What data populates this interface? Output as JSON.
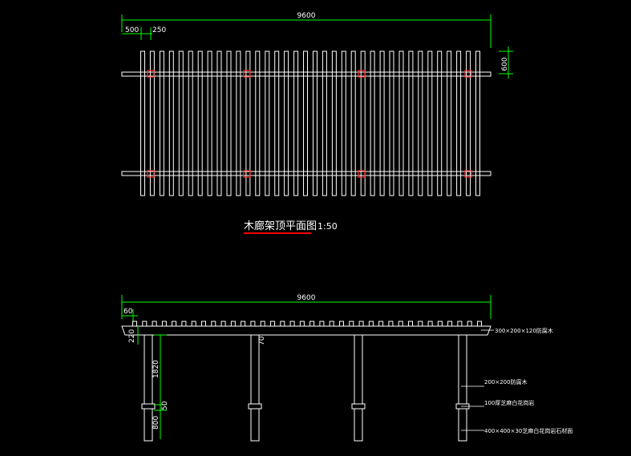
{
  "plan": {
    "title": "木廊架顶平面图",
    "scale": "1:50",
    "dim_total": "9600",
    "dim_spacing": "500",
    "dim_width": "250",
    "dim_depth": "600"
  },
  "elevation": {
    "dim_total": "9600",
    "dim_overhang": "60",
    "dim_beam": "220",
    "dim_gap": "70",
    "dim_column": "1820",
    "dim_base": "800",
    "dim_small": "50",
    "note_beam": "300×200×120防腐木",
    "note_column": "200×200防腐木",
    "note_band": "100厚芝麻白花岗岩",
    "note_base": "400×400×30芝麻白花岗岩石材面"
  },
  "colors": {
    "background": "#000000",
    "line": "#ffffff",
    "dimension": "#00ff00",
    "column_mark": "#ff3030",
    "underline": "#ff0000"
  }
}
